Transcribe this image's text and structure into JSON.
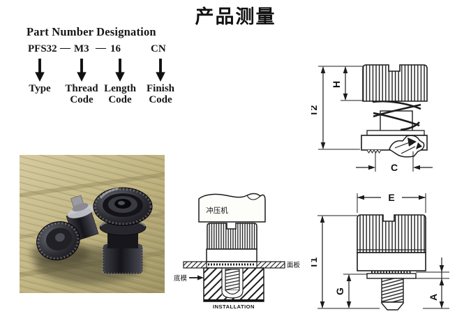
{
  "page": {
    "title": "产品测量"
  },
  "part_number": {
    "heading": "Part Number Designation",
    "separator": "—",
    "segments": [
      {
        "code": "PFS32",
        "label": "Type"
      },
      {
        "code": "M3",
        "label": "Thread Code"
      },
      {
        "code": "16",
        "label": "Length Code"
      },
      {
        "code": "CN",
        "label": "Finish Code"
      }
    ]
  },
  "installation": {
    "punch_label": "冲压机",
    "panel_label": "面板",
    "die_label": "底模",
    "caption": "INSTALLATION"
  },
  "dimensions": {
    "free_state": {
      "h": "H",
      "t2": "T2",
      "c": "C"
    },
    "installed_state": {
      "e": "E",
      "t1": "T1",
      "g": "G",
      "a": "A"
    }
  },
  "colors": {
    "ink": "#161616",
    "paper": "#ffffff",
    "wood_light": "#d2c79c",
    "wood_dark": "#a39868",
    "metal_dark": "#17171b",
    "metal_mid": "#4a4a54",
    "metal_light": "#c7c7ce"
  }
}
